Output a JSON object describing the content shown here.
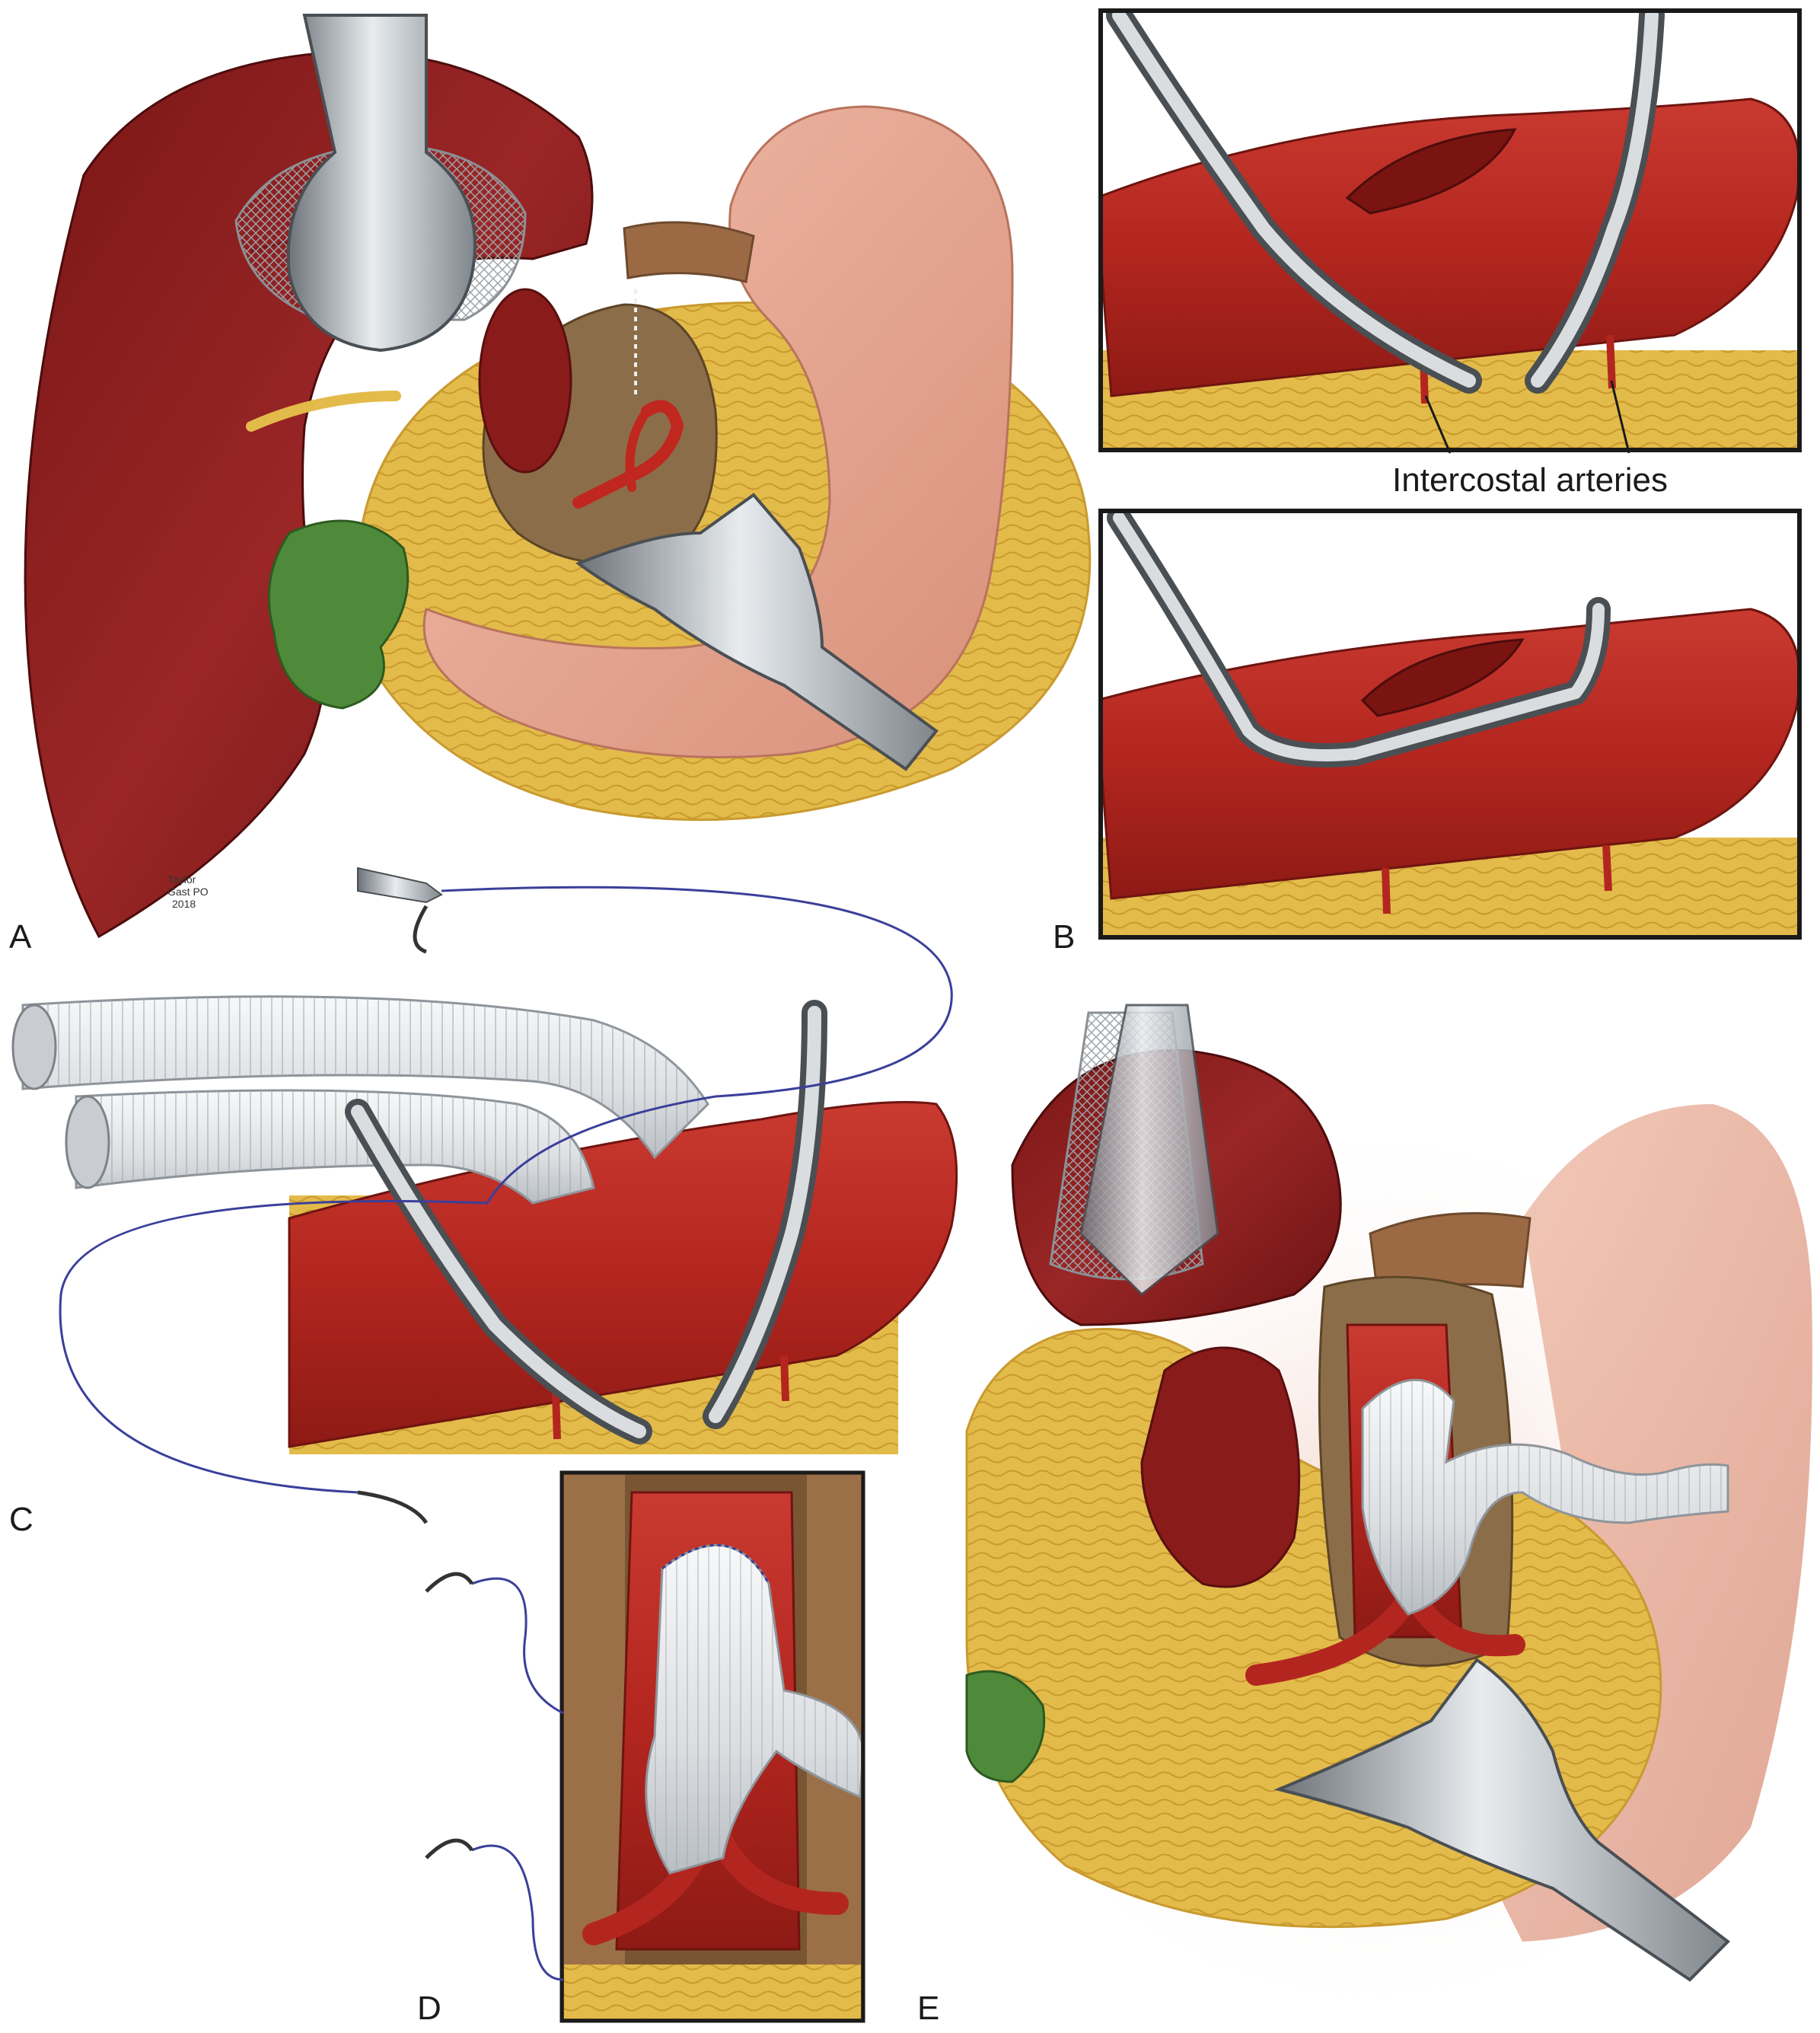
{
  "panels": {
    "a": {
      "label": "A"
    },
    "b": {
      "label": "B"
    },
    "c": {
      "label": "C"
    },
    "d": {
      "label": "D"
    },
    "e": {
      "label": "E"
    }
  },
  "annotations": {
    "intercostal": "Intercostal arteries"
  },
  "signature": {
    "line1": "Taylor",
    "line2": "Gast PO",
    "line3": "2018"
  },
  "colors": {
    "liver": "#8b1e1e",
    "artery": "#b3221f",
    "fat": "#e3bb4a",
    "stomach": "#e8a994",
    "gallbladder": "#4f8a3a",
    "instrument": "#a7adb2",
    "graft": "#e4e6e8",
    "suture": "#3b3f9a"
  }
}
